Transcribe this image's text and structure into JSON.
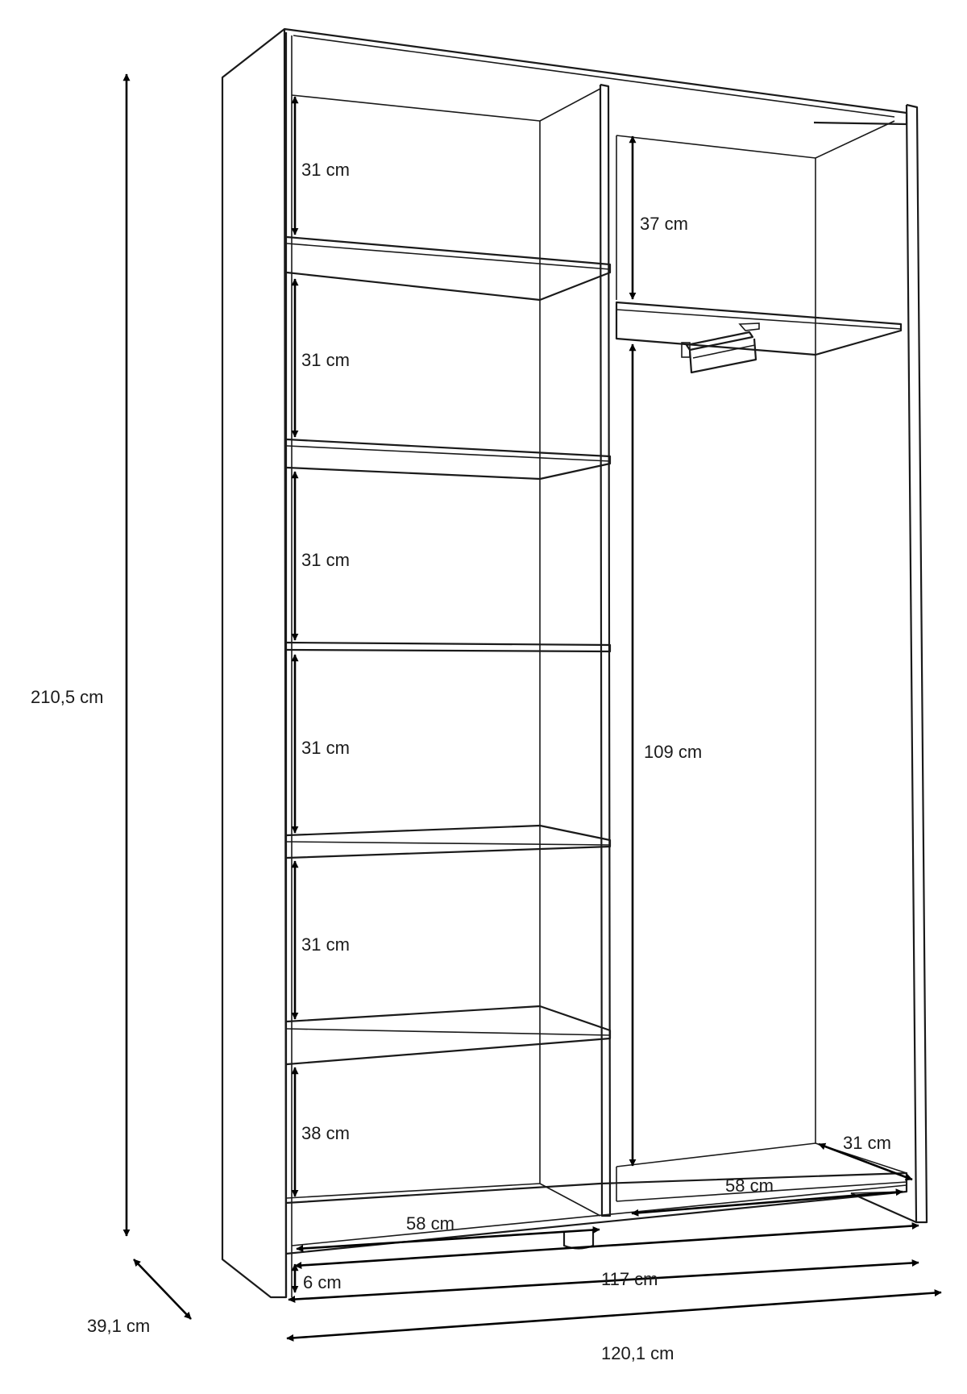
{
  "diagram": {
    "overall": {
      "height": "210,5 cm",
      "depth": "39,1 cm",
      "width_outer": "120,1 cm",
      "width_inner": "117 cm",
      "plinth": "6 cm"
    },
    "left_compartment": {
      "shelf_gaps": [
        "31 cm",
        "31 cm",
        "31 cm",
        "31 cm",
        "31 cm",
        "38 cm"
      ],
      "width": "58 cm"
    },
    "right_compartment": {
      "top_gap": "37 cm",
      "hanging_height": "109 cm",
      "width": "58 cm",
      "depth": "31 cm"
    },
    "icons": [
      "clothes-rail-icon"
    ]
  }
}
